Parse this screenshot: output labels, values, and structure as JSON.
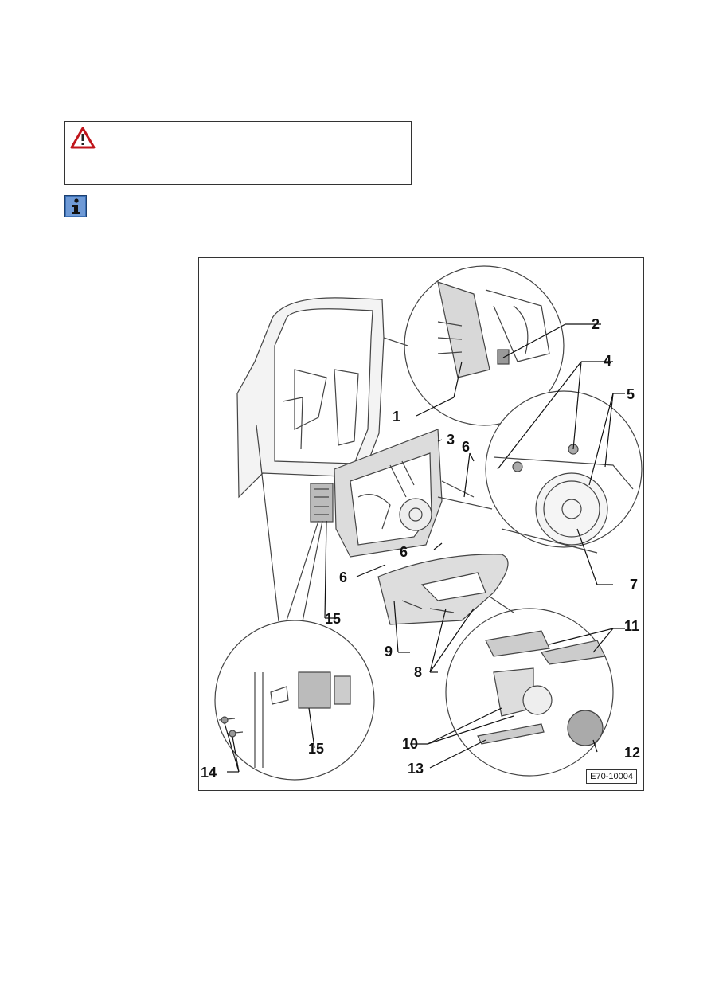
{
  "warning": {
    "icon": "warning-triangle-icon"
  },
  "info": {
    "icon": "info-icon"
  },
  "figure": {
    "code": "E70-10004",
    "callouts": {
      "c1": "1",
      "c2": "2",
      "c3": "3",
      "c4": "4",
      "c5": "5",
      "c6a": "6",
      "c6b": "6",
      "c6c": "6",
      "c7": "7",
      "c8": "8",
      "c9": "9",
      "c10": "10",
      "c11": "11",
      "c12": "12",
      "c13": "13",
      "c14": "14",
      "c15a": "15",
      "c15b": "15"
    }
  }
}
